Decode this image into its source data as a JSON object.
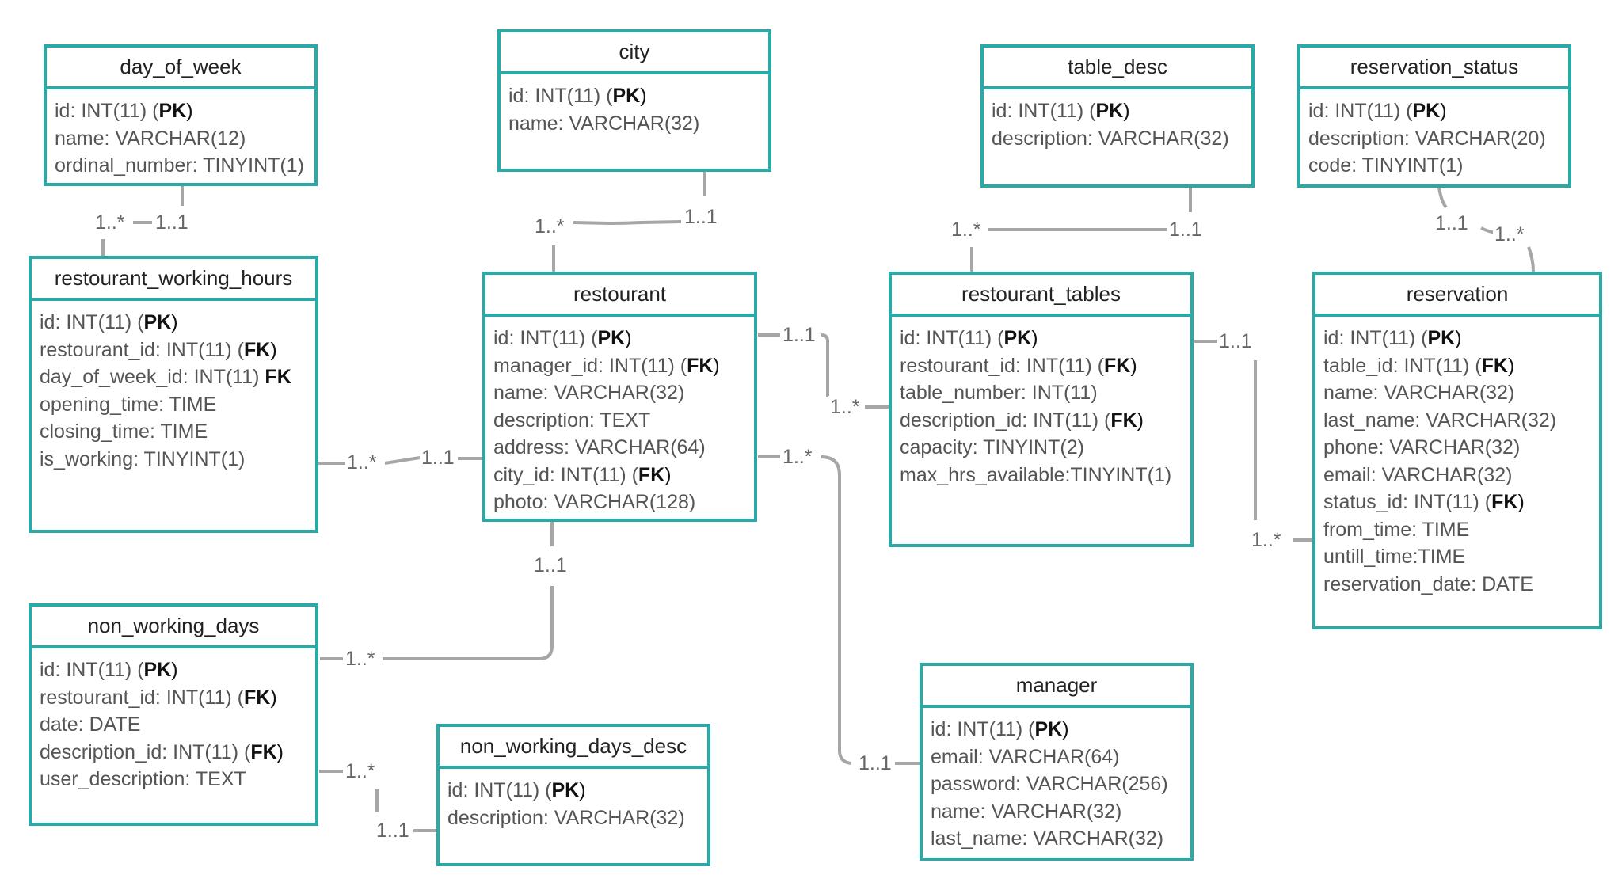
{
  "entities": {
    "day_of_week": {
      "title": "day_of_week",
      "attrs": [
        {
          "name": "id: INT(11) (",
          "type": "",
          "key": "PK"
        },
        {
          "name": "name: ",
          "type": "VARCHAR(12)",
          "key": ""
        },
        {
          "name": "ordinal_number: ",
          "type": "TINYINT(1)",
          "key": ""
        }
      ]
    },
    "city": {
      "title": "city",
      "attrs": [
        {
          "name": "id: INT(11) (",
          "type": "",
          "key": "PK"
        },
        {
          "name": "name: ",
          "type": "VARCHAR(32)",
          "key": ""
        }
      ]
    },
    "table_desc": {
      "title": "table_desc",
      "attrs": [
        {
          "name": "id: INT(11) (",
          "type": "",
          "key": "PK"
        },
        {
          "name": "description: ",
          "type": "VARCHAR(32)",
          "key": ""
        }
      ]
    },
    "reservation_status": {
      "title": "reservation_status",
      "attrs": [
        {
          "name": "id: INT(11) (",
          "type": "",
          "key": "PK"
        },
        {
          "name": "description: ",
          "type": "VARCHAR(20)",
          "key": ""
        },
        {
          "name": "code: ",
          "type": "TINYINT(1)",
          "key": ""
        }
      ]
    },
    "restourant_working_hours": {
      "title": "restourant_working_hours",
      "attrs": [
        {
          "name": "id: INT(11) (",
          "type": "",
          "key": "PK"
        },
        {
          "name": "restourant_id: ",
          "type": "INT(11) (",
          "key": "FK"
        },
        {
          "name": "day_of_week_id: ",
          "type": "INT(11) ",
          "key": "FK"
        },
        {
          "name": "opening_time: ",
          "type": "TIME",
          "key": ""
        },
        {
          "name": "closing_time: ",
          "type": "TIME",
          "key": ""
        },
        {
          "name": "is_working: ",
          "type": "TINYINT(1)",
          "key": ""
        }
      ]
    },
    "restourant": {
      "title": "restourant",
      "attrs": [
        {
          "name": "id: INT(11) (",
          "type": "",
          "key": "PK"
        },
        {
          "name": "manager_id: ",
          "type": "INT(11) (",
          "key": "FK"
        },
        {
          "name": "name: ",
          "type": "VARCHAR(32)",
          "key": ""
        },
        {
          "name": "description: ",
          "type": "TEXT",
          "key": ""
        },
        {
          "name": "address: ",
          "type": "VARCHAR(64)",
          "key": ""
        },
        {
          "name": "city_id: ",
          "type": "INT(11) (",
          "key": "FK"
        },
        {
          "name": "photo: ",
          "type": "VARCHAR(128)",
          "key": ""
        }
      ]
    },
    "restourant_tables": {
      "title": "restourant_tables",
      "attrs": [
        {
          "name": "id: INT(11) (",
          "type": "",
          "key": "PK"
        },
        {
          "name": "restourant_id: ",
          "type": "INT(11) (",
          "key": "FK"
        },
        {
          "name": "table_number: ",
          "type": "INT(11)",
          "key": ""
        },
        {
          "name": "description_id: ",
          "type": "INT(11) (",
          "key": "FK"
        },
        {
          "name": "capacity: ",
          "type": "TINYINT(2)",
          "key": ""
        },
        {
          "name": "max_hrs_available:",
          "type": "TINYINT(1)",
          "key": ""
        }
      ]
    },
    "reservation": {
      "title": "reservation",
      "attrs": [
        {
          "name": "id: INT(11) (",
          "type": "",
          "key": "PK"
        },
        {
          "name": "table_id: ",
          "type": "INT(11) (",
          "key": "FK"
        },
        {
          "name": "name: ",
          "type": "VARCHAR(32)",
          "key": ""
        },
        {
          "name": "last_name: ",
          "type": "VARCHAR(32)",
          "key": ""
        },
        {
          "name": "phone: ",
          "type": "VARCHAR(32)",
          "key": ""
        },
        {
          "name": "email: ",
          "type": "VARCHAR(32)",
          "key": ""
        },
        {
          "name": "status_id: ",
          "type": "INT(11) (",
          "key": "FK"
        },
        {
          "name": "from_time: ",
          "type": "TIME",
          "key": ""
        },
        {
          "name": "untill_time:",
          "type": "TIME",
          "key": ""
        },
        {
          "name": "reservation_date: ",
          "type": "DATE",
          "key": ""
        }
      ]
    },
    "non_working_days": {
      "title": "non_working_days",
      "attrs": [
        {
          "name": "id: INT(11) (",
          "type": "",
          "key": "PK"
        },
        {
          "name": "restourant_id: ",
          "type": "INT(11) (",
          "key": "FK"
        },
        {
          "name": "date: ",
          "type": "DATE",
          "key": ""
        },
        {
          "name": "description_id: ",
          "type": "INT(11) (",
          "key": "FK"
        },
        {
          "name": "user_description: ",
          "type": "TEXT",
          "key": ""
        }
      ]
    },
    "non_working_days_desc": {
      "title": "non_working_days_desc",
      "attrs": [
        {
          "name": "id: INT(11) (",
          "type": "",
          "key": "PK"
        },
        {
          "name": "description: ",
          "type": "VARCHAR(32)",
          "key": ""
        }
      ]
    },
    "manager": {
      "title": "manager",
      "attrs": [
        {
          "name": "id: INT(11) (",
          "type": "",
          "key": "PK"
        },
        {
          "name": "email: ",
          "type": "VARCHAR(64)",
          "key": ""
        },
        {
          "name": "password: ",
          "type": "VARCHAR(256)",
          "key": ""
        },
        {
          "name": "name: ",
          "type": "VARCHAR(32)",
          "key": ""
        },
        {
          "name": "last_name: ",
          "type": "VARCHAR(32)",
          "key": ""
        }
      ]
    }
  },
  "relationships": [
    {
      "id": "dow_rwh",
      "label_a": "1..*",
      "label_b": "1..1"
    },
    {
      "id": "city_rest",
      "label_a": "1..*",
      "label_b": "1..1"
    },
    {
      "id": "td_rt",
      "label_a": "1..*",
      "label_b": "1..1"
    },
    {
      "id": "rs_res",
      "label_a": "1..1",
      "label_b": "1..*"
    },
    {
      "id": "rwh_rest",
      "label_a": "1..*",
      "label_b": "1..1"
    },
    {
      "id": "rest_rt",
      "label_a": "1..1",
      "label_b": "1..*"
    },
    {
      "id": "rt_res",
      "label_a": "1..1",
      "label_b": "1..*"
    },
    {
      "id": "rest_nwd",
      "label_a": "1..1",
      "label_b": "1..*"
    },
    {
      "id": "rest_mgr",
      "label_a": "1..*",
      "label_b": "1..1"
    },
    {
      "id": "nwd_nwdd",
      "label_a": "1..*",
      "label_b": "1..1"
    }
  ],
  "colors": {
    "border": "#2aa9a6",
    "line": "#a6a6a6",
    "text": "#555555",
    "text_strong": "#111111"
  }
}
